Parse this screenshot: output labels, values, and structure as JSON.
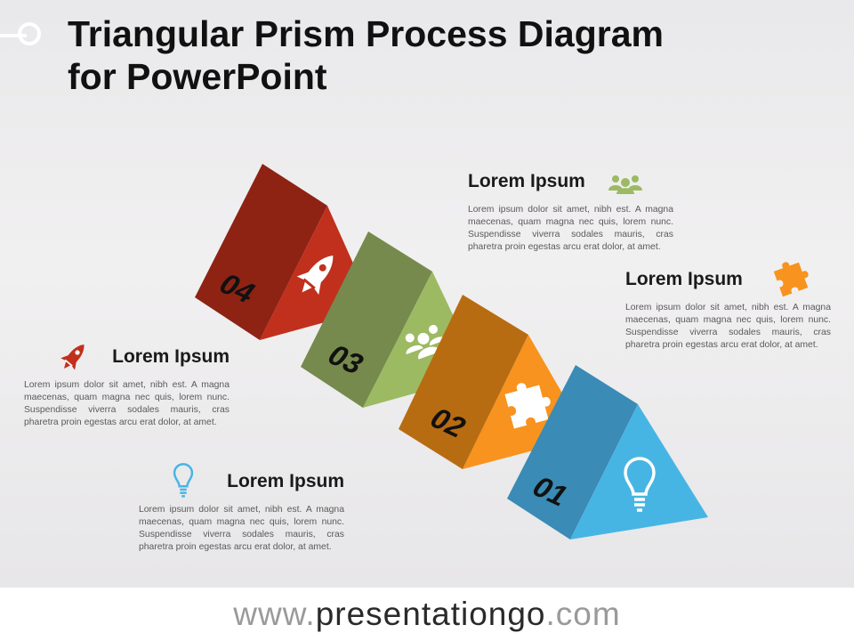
{
  "title": {
    "line1": "Triangular Prism Process Diagram",
    "line2": "for PowerPoint"
  },
  "colors": {
    "step1": "#47b5e4",
    "step2": "#f7931e",
    "step3": "#9cba62",
    "step4": "#c0301c",
    "people_icon": "#9cba62",
    "puzzle_icon": "#f7931e",
    "rocket_icon": "#c0301c",
    "bulb_icon": "#47b5e4"
  },
  "steps": [
    {
      "number": "01",
      "icon": "lightbulb-icon"
    },
    {
      "number": "02",
      "icon": "puzzle-icon"
    },
    {
      "number": "03",
      "icon": "people-icon"
    },
    {
      "number": "04",
      "icon": "rocket-icon"
    }
  ],
  "blocks": {
    "people": {
      "title": "Lorem Ipsum",
      "icon": "people-icon",
      "body": "Lorem ipsum dolor sit amet, nibh est. A magna maecenas, quam magna nec quis, lorem nunc. Suspendisse viverra sodales mauris, cras pharetra proin egestas arcu erat dolor, at amet."
    },
    "puzzle": {
      "title": "Lorem Ipsum",
      "icon": "puzzle-icon",
      "body": "Lorem ipsum dolor sit amet, nibh est. A magna maecenas, quam magna nec quis, lorem nunc. Suspendisse viverra sodales mauris, cras pharetra proin egestas arcu erat dolor, at amet."
    },
    "rocket": {
      "title": "Lorem Ipsum",
      "icon": "rocket-icon",
      "body": "Lorem ipsum dolor sit amet, nibh est. A magna maecenas, quam magna nec quis, lorem nunc. Suspendisse viverra sodales mauris, cras pharetra proin egestas arcu erat dolor, at amet."
    },
    "bulb": {
      "title": "Lorem Ipsum",
      "icon": "lightbulb-icon",
      "body": "Lorem ipsum dolor sit amet, nibh est. A magna maecenas, quam magna nec quis, lorem nunc. Suspendisse viverra sodales mauris, cras pharetra proin egestas arcu erat dolor, at amet."
    }
  },
  "footer": {
    "prefix": "www.",
    "domain": "presentationgo",
    "suffix": ".com"
  }
}
